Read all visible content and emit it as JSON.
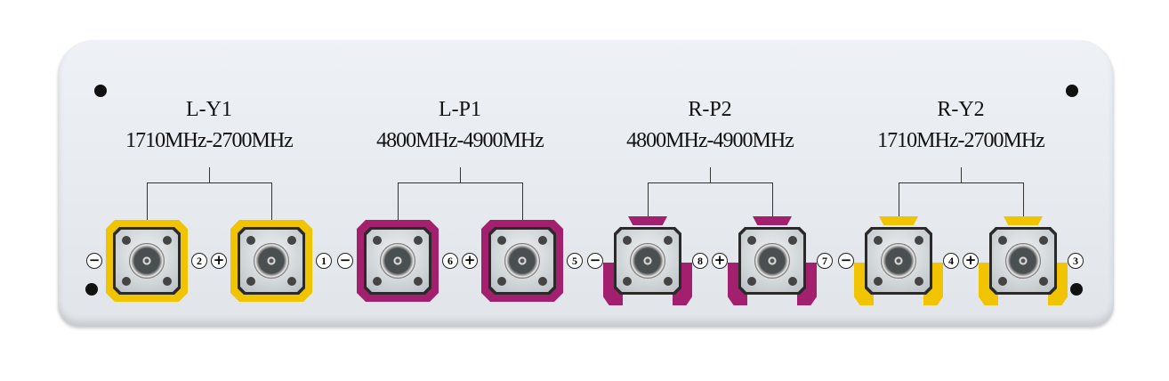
{
  "colors": {
    "yellow": "#f0c400",
    "magenta": "#a3206e"
  },
  "groups": [
    {
      "title": "L-Y1",
      "freq": "1710MHz-2700MHz",
      "color": "#f0c400",
      "style": "full",
      "connectors": [
        {
          "polarity": "−",
          "number": "2"
        },
        {
          "polarity": "+",
          "number": "1"
        }
      ]
    },
    {
      "title": "L-P1",
      "freq": "4800MHz-4900MHz",
      "color": "#a3206e",
      "style": "full",
      "connectors": [
        {
          "polarity": "−",
          "number": "6"
        },
        {
          "polarity": "+",
          "number": "5"
        }
      ]
    },
    {
      "title": "R-P2",
      "freq": "4800MHz-4900MHz",
      "color": "#a3206e",
      "style": "partial",
      "connectors": [
        {
          "polarity": "−",
          "number": "8"
        },
        {
          "polarity": "+",
          "number": "7"
        }
      ]
    },
    {
      "title": "R-Y2",
      "freq": "1710MHz-2700MHz",
      "color": "#f0c400",
      "style": "partial",
      "connectors": [
        {
          "polarity": "−",
          "number": "4"
        },
        {
          "polarity": "+",
          "number": "3"
        }
      ]
    }
  ]
}
